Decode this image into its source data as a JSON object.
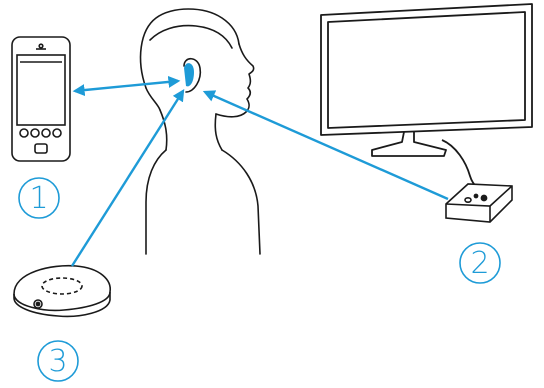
{
  "colors": {
    "line": "#1a1a1a",
    "accent": "#1e9bd7",
    "device_fill": "#ffffff",
    "device_shade": "#eeeeee"
  },
  "icons": {
    "phone": "smartphone-icon",
    "person": "person-silhouette",
    "tv": "tv-monitor-icon",
    "tv_streamer": "tv-streamer-box-icon",
    "remote_mic": "remote-microphone-icon",
    "hearing_aid": "hearing-aid-icon"
  },
  "labels": {
    "phone": "1",
    "tv_streamer": "2",
    "remote_mic": "3"
  },
  "arrows": [
    {
      "from": "phone",
      "to": "hearing_aid",
      "direction": "bidirectional"
    },
    {
      "from": "tv_streamer",
      "to": "hearing_aid",
      "direction": "one-way"
    },
    {
      "from": "remote_mic",
      "to": "hearing_aid",
      "direction": "one-way"
    }
  ]
}
